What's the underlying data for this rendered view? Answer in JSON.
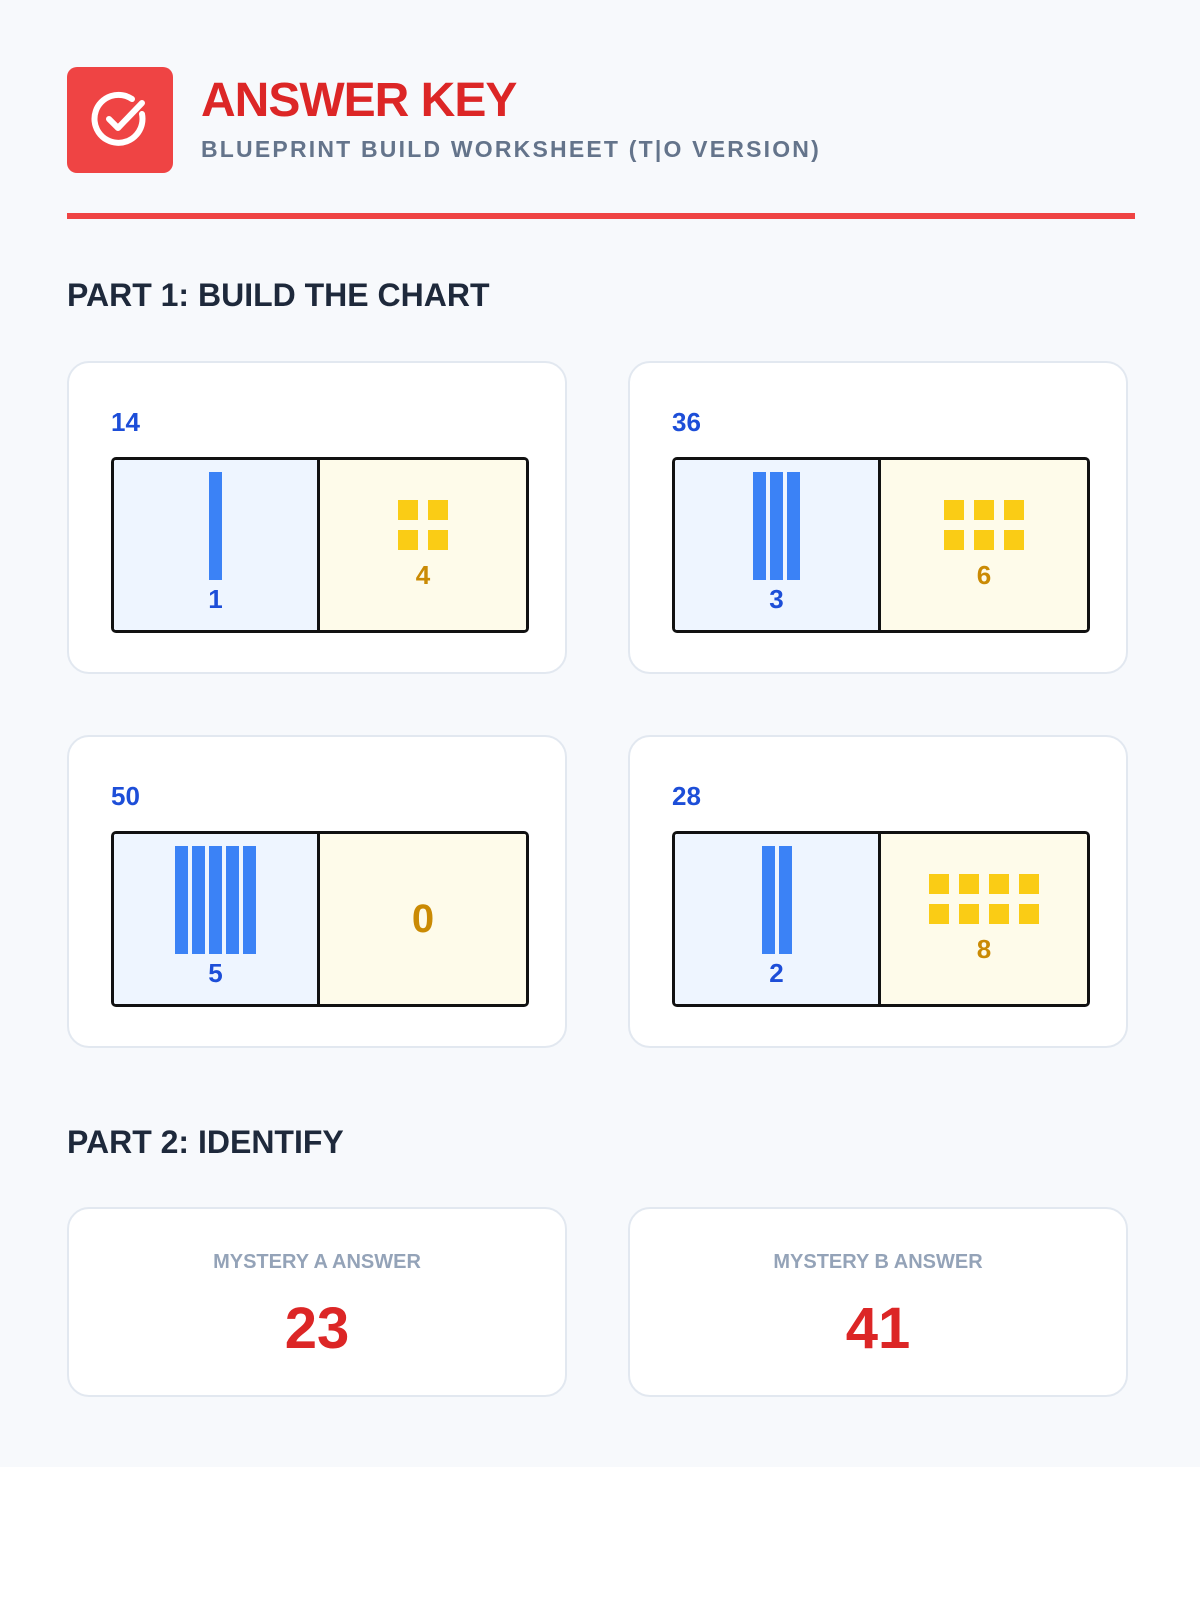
{
  "header": {
    "title": "ANSWER KEY",
    "subtitle": "BLUEPRINT BUILD WORKSHEET (T|O VERSION)",
    "logo_icon": "check-circle-icon",
    "accent_color": "#ef4444"
  },
  "part1": {
    "heading": "PART 1: BUILD THE CHART",
    "cards": [
      {
        "number": "14",
        "tens": 1,
        "ones": 4
      },
      {
        "number": "36",
        "tens": 3,
        "ones": 6
      },
      {
        "number": "50",
        "tens": 5,
        "ones": 0
      },
      {
        "number": "28",
        "tens": 2,
        "ones": 8
      }
    ]
  },
  "part2": {
    "heading": "PART 2: IDENTIFY",
    "answers": [
      {
        "label": "MYSTERY A ANSWER",
        "value": "23"
      },
      {
        "label": "MYSTERY B ANSWER",
        "value": "41"
      }
    ]
  },
  "colors": {
    "tens_rod": "#3b82f6",
    "ones_cube": "#facc15",
    "answer_value": "#dc2626"
  }
}
